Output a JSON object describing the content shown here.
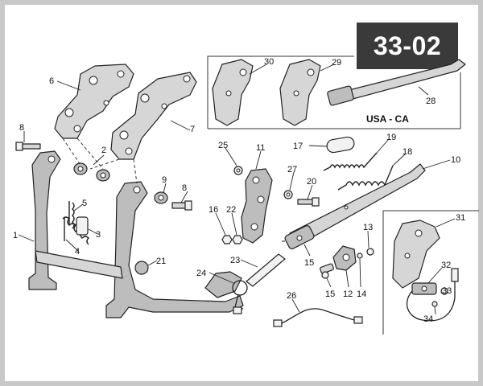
{
  "diagram_code": "33-02",
  "region_label": "USA - CA",
  "callouts": [
    "1",
    "2",
    "3",
    "4",
    "5",
    "6",
    "7",
    "8",
    "8",
    "9",
    "10",
    "11",
    "12",
    "13",
    "14",
    "15",
    "15",
    "16",
    "17",
    "18",
    "19",
    "20",
    "21",
    "22",
    "23",
    "24",
    "25",
    "26",
    "27",
    "28",
    "29",
    "30",
    "31",
    "32",
    "33",
    "34"
  ]
}
